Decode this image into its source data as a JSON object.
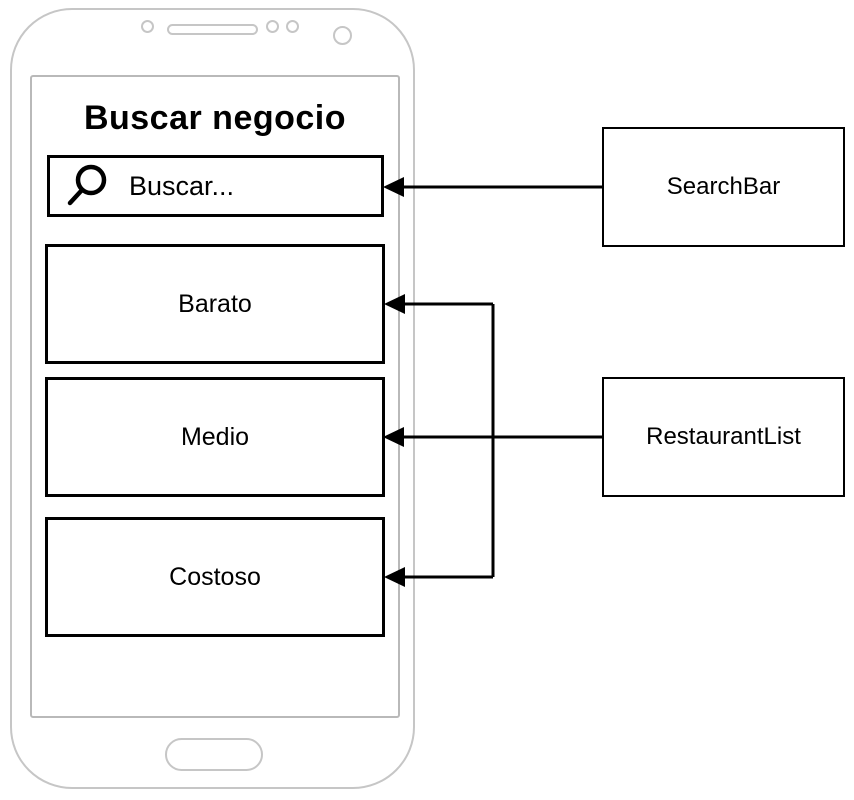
{
  "phone": {
    "title": "Buscar negocio",
    "search": {
      "placeholder": "Buscar...",
      "icon": "magnifier-icon"
    },
    "list_items": [
      {
        "label": "Barato"
      },
      {
        "label": "Medio"
      },
      {
        "label": "Costoso"
      }
    ]
  },
  "annotations": [
    {
      "label": "SearchBar",
      "points_to": "search bar"
    },
    {
      "label": "RestaurantList",
      "points_to": "Barato, Medio, Costoso list items"
    }
  ],
  "colors": {
    "frame_gray": "#c6c6c6",
    "diagram_black": "#000000",
    "background": "#ffffff"
  }
}
